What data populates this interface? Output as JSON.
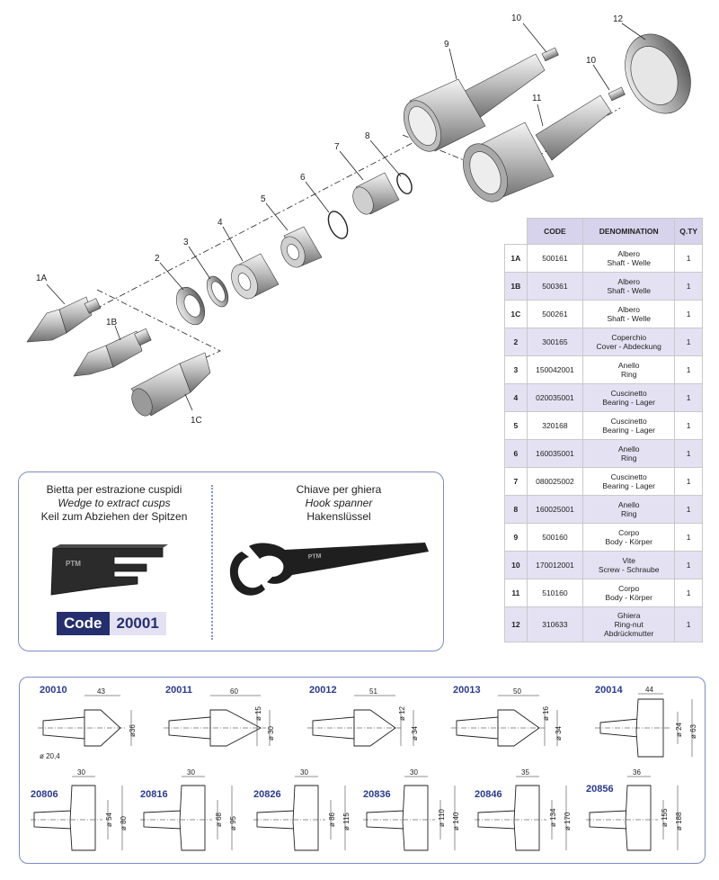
{
  "callouts": [
    "1A",
    "1B",
    "1C",
    "2",
    "3",
    "4",
    "5",
    "6",
    "7",
    "8",
    "9",
    "10",
    "10",
    "11",
    "12"
  ],
  "table": {
    "headers": [
      "CODE",
      "DENOMINATION",
      "Q.TY"
    ],
    "rows": [
      {
        "pos": "1A",
        "code": "500161",
        "den": [
          "Albero",
          "Shaft - Welle"
        ],
        "qty": "1"
      },
      {
        "pos": "1B",
        "code": "500361",
        "den": [
          "Albero",
          "Shaft - Welle"
        ],
        "qty": "1"
      },
      {
        "pos": "1C",
        "code": "500261",
        "den": [
          "Albero",
          "Shaft - Welle"
        ],
        "qty": "1"
      },
      {
        "pos": "2",
        "code": "300165",
        "den": [
          "Coperchio",
          "Cover - Abdeckung"
        ],
        "qty": "1"
      },
      {
        "pos": "3",
        "code": "150042001",
        "den": [
          "Anello",
          "Ring"
        ],
        "qty": "1"
      },
      {
        "pos": "4",
        "code": "020035001",
        "den": [
          "Cuscinetto",
          "Bearing - Lager"
        ],
        "qty": "1"
      },
      {
        "pos": "5",
        "code": "320168",
        "den": [
          "Cuscinetto",
          "Bearing - Lager"
        ],
        "qty": "1"
      },
      {
        "pos": "6",
        "code": "160035001",
        "den": [
          "Anello",
          "Ring"
        ],
        "qty": "1"
      },
      {
        "pos": "7",
        "code": "080025002",
        "den": [
          "Cuscinetto",
          "Bearing - Lager"
        ],
        "qty": "1"
      },
      {
        "pos": "8",
        "code": "160025001",
        "den": [
          "Anello",
          "Ring"
        ],
        "qty": "1"
      },
      {
        "pos": "9",
        "code": "500160",
        "den": [
          "Corpo",
          "Body - Körper"
        ],
        "qty": "1"
      },
      {
        "pos": "10",
        "code": "170012001",
        "den": [
          "Vite",
          "Screw - Schraube"
        ],
        "qty": "1"
      },
      {
        "pos": "11",
        "code": "510160",
        "den": [
          "Corpo",
          "Body - Körper"
        ],
        "qty": "1"
      },
      {
        "pos": "12",
        "code": "310633",
        "den": [
          "Ghiera",
          "Ring-nut",
          "Abdrückmutter"
        ],
        "qty": "1"
      }
    ]
  },
  "accessory": {
    "wedge": {
      "line1": "Bietta per estrazione cuspidi",
      "line2": "Wedge to extract cusps",
      "line3": "Keil zum Abziehen der Spitzen",
      "brand": "PTM",
      "code_label": "Code",
      "code_value": "20001"
    },
    "spanner": {
      "line1": "Chiave per ghiera",
      "line2": "Hook spanner",
      "line3": "Hakenslüssel",
      "brand": "PTM"
    }
  },
  "points": {
    "row1": [
      {
        "code": "20010",
        "dims": [
          "43",
          "ø36",
          "ø 20,4"
        ]
      },
      {
        "code": "20011",
        "dims": [
          "60",
          "ø 15",
          "ø 30"
        ]
      },
      {
        "code": "20012",
        "dims": [
          "51",
          "ø 12",
          "ø 34"
        ]
      },
      {
        "code": "20013",
        "dims": [
          "50",
          "ø 16",
          "ø 34"
        ]
      },
      {
        "code": "20014",
        "dims": [
          "44",
          "ø 24",
          "ø 63"
        ]
      }
    ],
    "row2": [
      {
        "code": "20806",
        "dims": [
          "30",
          "ø 54",
          "ø 80"
        ]
      },
      {
        "code": "20816",
        "dims": [
          "30",
          "ø 68",
          "ø 95"
        ]
      },
      {
        "code": "20826",
        "dims": [
          "30",
          "ø 86",
          "ø 115"
        ]
      },
      {
        "code": "20836",
        "dims": [
          "30",
          "ø 110",
          "ø 140"
        ]
      },
      {
        "code": "20846",
        "dims": [
          "35",
          "ø 134",
          "ø 170"
        ]
      },
      {
        "code": "20856",
        "dims": [
          "36",
          "ø 155",
          "ø 188"
        ]
      }
    ]
  }
}
